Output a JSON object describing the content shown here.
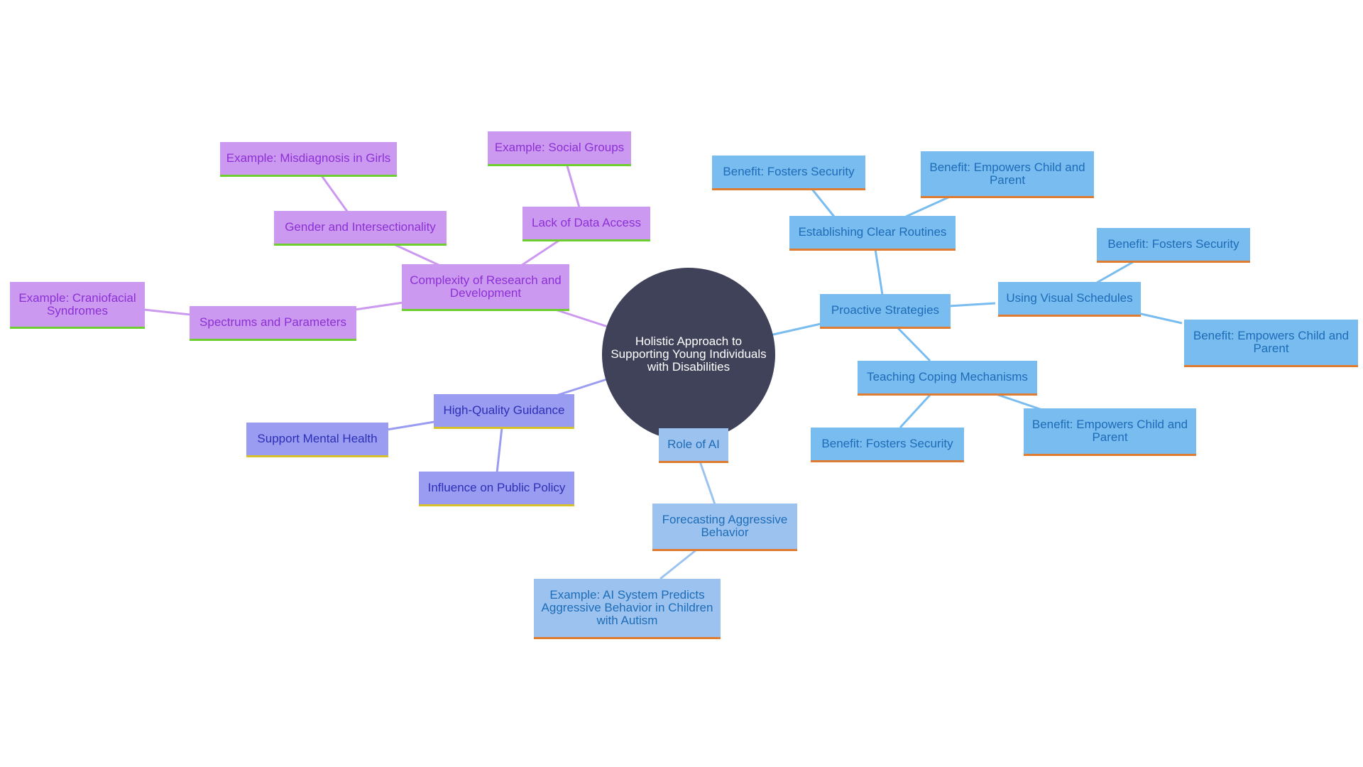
{
  "diagram": {
    "root": "Holistic Approach to Supporting Young Individuals with Disabilities",
    "nodes": {
      "complexity": "Complexity of Research and Development",
      "gender": "Gender and Intersectionality",
      "misdiagnosis": "Example: Misdiagnosis in Girls",
      "data_access": "Lack of Data Access",
      "social_groups": "Example: Social Groups",
      "spectrums": "Spectrums and Parameters",
      "craniofacial": "Example: Craniofacial Syndromes",
      "guidance": "High-Quality Guidance",
      "mental_health": "Support Mental Health",
      "public_policy": "Influence on Public Policy",
      "role_ai": "Role of AI",
      "forecasting": "Forecasting Aggressive Behavior",
      "ai_example": "Example: AI System Predicts Aggressive Behavior in Children with Autism",
      "proactive": "Proactive Strategies",
      "routines": "Establishing Clear Routines",
      "routines_security": "Benefit: Fosters Security",
      "routines_empowers": "Benefit: Empowers Child and Parent",
      "visual": "Using Visual Schedules",
      "visual_security": "Benefit: Fosters Security",
      "visual_empowers": "Benefit: Empowers Child and Parent",
      "coping": "Teaching Coping Mechanisms",
      "coping_security": "Benefit: Fosters Security",
      "coping_empowers": "Benefit: Empowers Child and Parent"
    },
    "colors": {
      "purple_branch": "#cc99f0",
      "indigo_branch": "#9a9cf2",
      "blue_branch": "#79bcf0",
      "ai_branch": "#9cc3ef",
      "root": "#3f4259"
    }
  }
}
